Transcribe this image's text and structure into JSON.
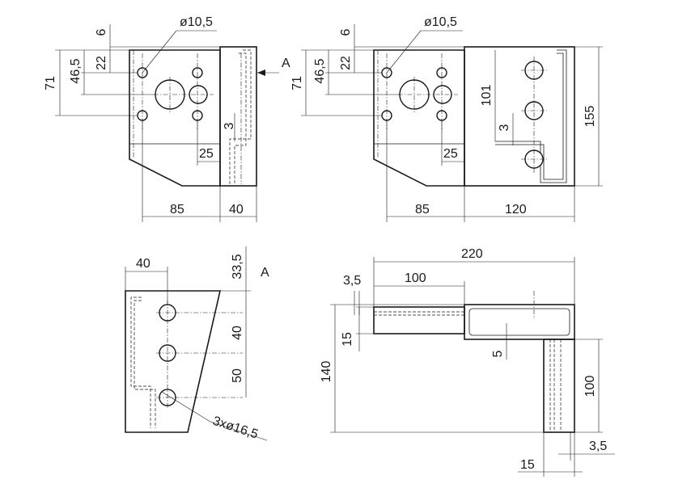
{
  "view_label": "A",
  "section_label": "A",
  "dims": {
    "hole_small": "ø10,5",
    "six": "6",
    "twentytwo": "22",
    "fortysix": "46,5",
    "seventyone": "71",
    "three": "3",
    "twentyfive": "25",
    "eightyfive": "85",
    "forty": "40",
    "onehundredtwenty": "120",
    "onehundredone": "101",
    "onefiftyfive": "155",
    "thirtythree": "33,5",
    "fifty": "50",
    "three_holes": "3xø16,5",
    "twotwenty": "220",
    "threefive": "3,5",
    "onehundred": "100",
    "fifteen": "15",
    "onehundredforty": "140",
    "five": "5"
  }
}
